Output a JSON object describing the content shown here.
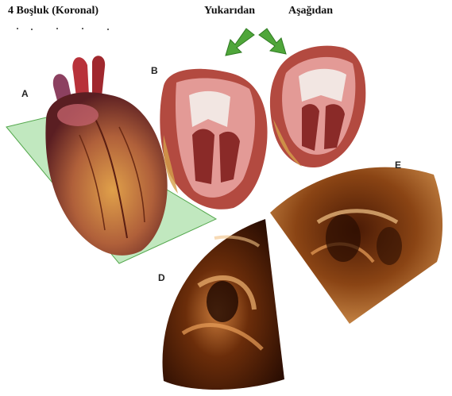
{
  "header": {
    "view_4chamber": "4 Boşluk (Koronal)",
    "view_from_top": "Yukarıdan",
    "view_from_bottom": "Aşağıdan"
  },
  "panel_labels": {
    "a": "A",
    "b": "B",
    "d": "D",
    "e": "E"
  },
  "colors": {
    "plane_green": "#8ed68a",
    "arrow_green": "#4fa63a",
    "heart_red": "#b8323a",
    "myocardium_pink": "#e39a96",
    "echo_dark": "#2a0d02",
    "echo_bright": "#f2b774"
  }
}
